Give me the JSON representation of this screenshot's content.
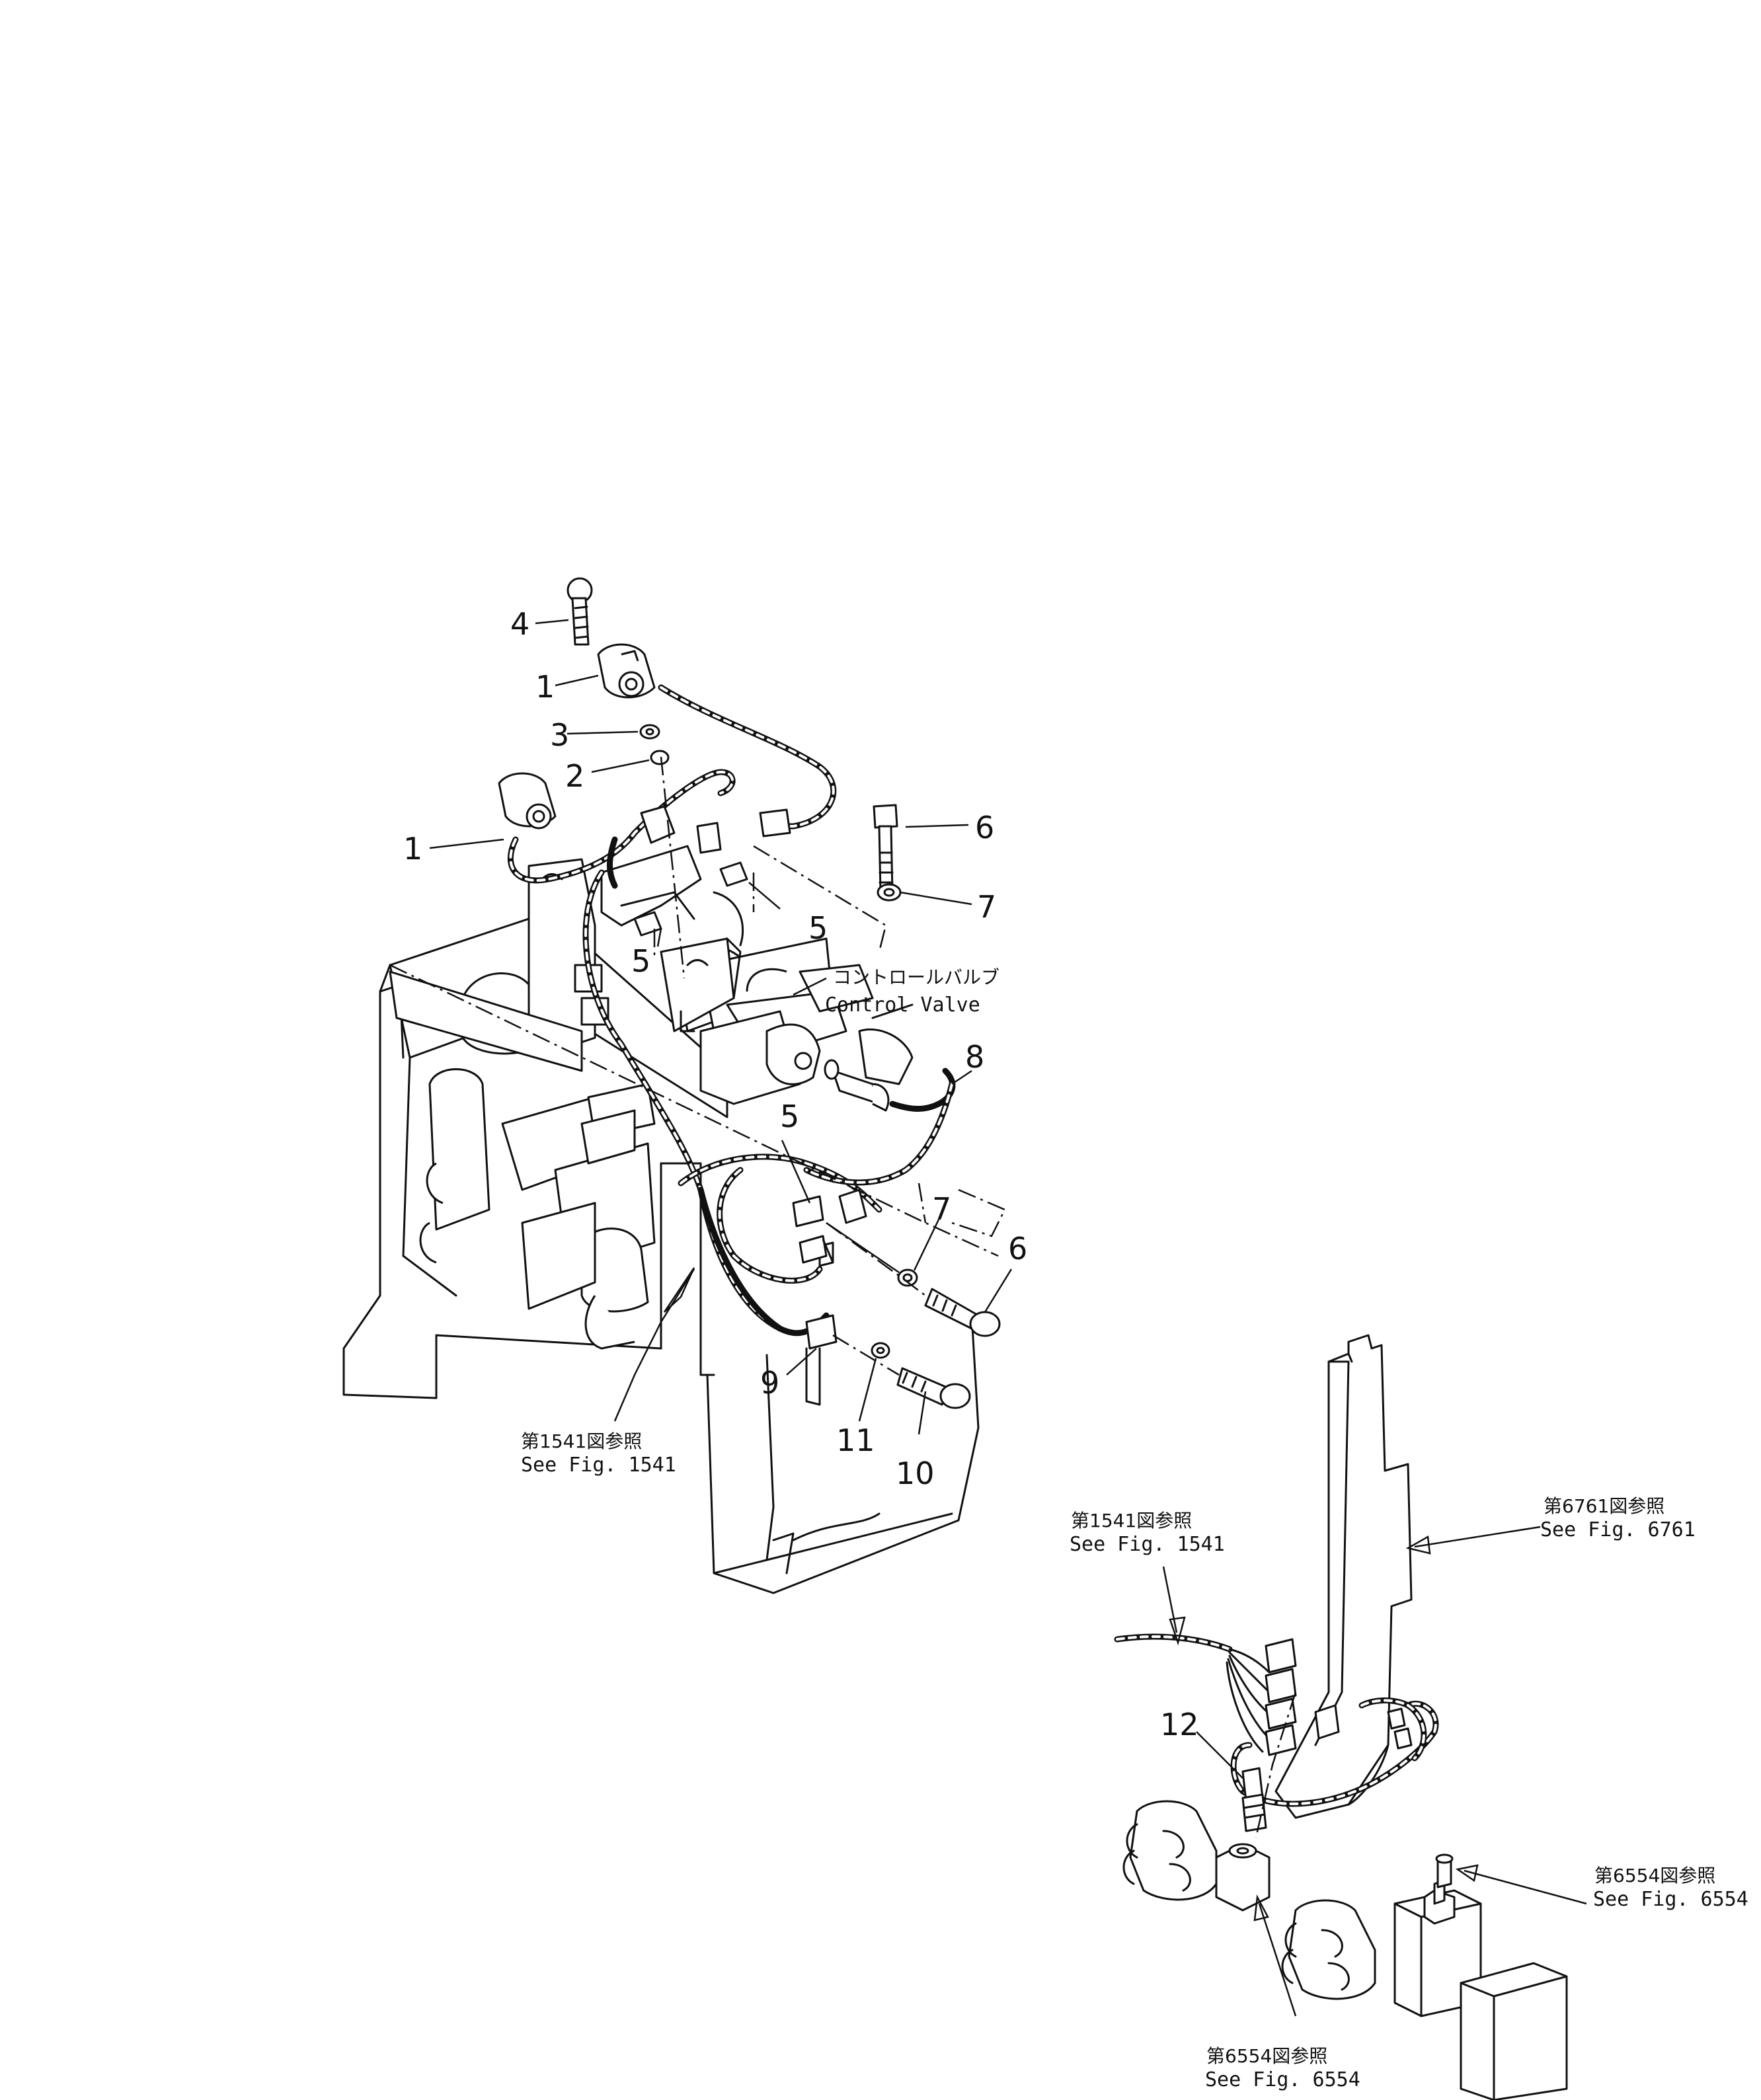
{
  "callouts": [
    {
      "id": "c1a",
      "label": "1"
    },
    {
      "id": "c1b",
      "label": "1"
    },
    {
      "id": "c2",
      "label": "2"
    },
    {
      "id": "c3",
      "label": "3"
    },
    {
      "id": "c4",
      "label": "4"
    },
    {
      "id": "c5a",
      "label": "5"
    },
    {
      "id": "c5b",
      "label": "5"
    },
    {
      "id": "c5c",
      "label": "5"
    },
    {
      "id": "c6a",
      "label": "6"
    },
    {
      "id": "c6b",
      "label": "6"
    },
    {
      "id": "c7a",
      "label": "7"
    },
    {
      "id": "c7b",
      "label": "7"
    },
    {
      "id": "c8",
      "label": "8"
    },
    {
      "id": "c9",
      "label": "9"
    },
    {
      "id": "c10",
      "label": "10"
    },
    {
      "id": "c11",
      "label": "11"
    },
    {
      "id": "c12",
      "label": "12"
    }
  ],
  "control_valve": {
    "jp": "コントロールバルブ",
    "en": "Control  Valve"
  },
  "refs": [
    {
      "id": "r1541a",
      "jp": "第1541図参照",
      "en": "See  Fig.  1541"
    },
    {
      "id": "r1541b",
      "jp": "第1541図参照",
      "en": "See  Fig.  1541"
    },
    {
      "id": "r6761",
      "jp": "第6761図参照",
      "en": "See  Fig.  6761"
    },
    {
      "id": "r6554a",
      "jp": "第6554図参照",
      "en": "See  Fig.  6554"
    },
    {
      "id": "r6554b",
      "jp": "第6554図参照",
      "en": "See  Fig.  6554"
    }
  ]
}
